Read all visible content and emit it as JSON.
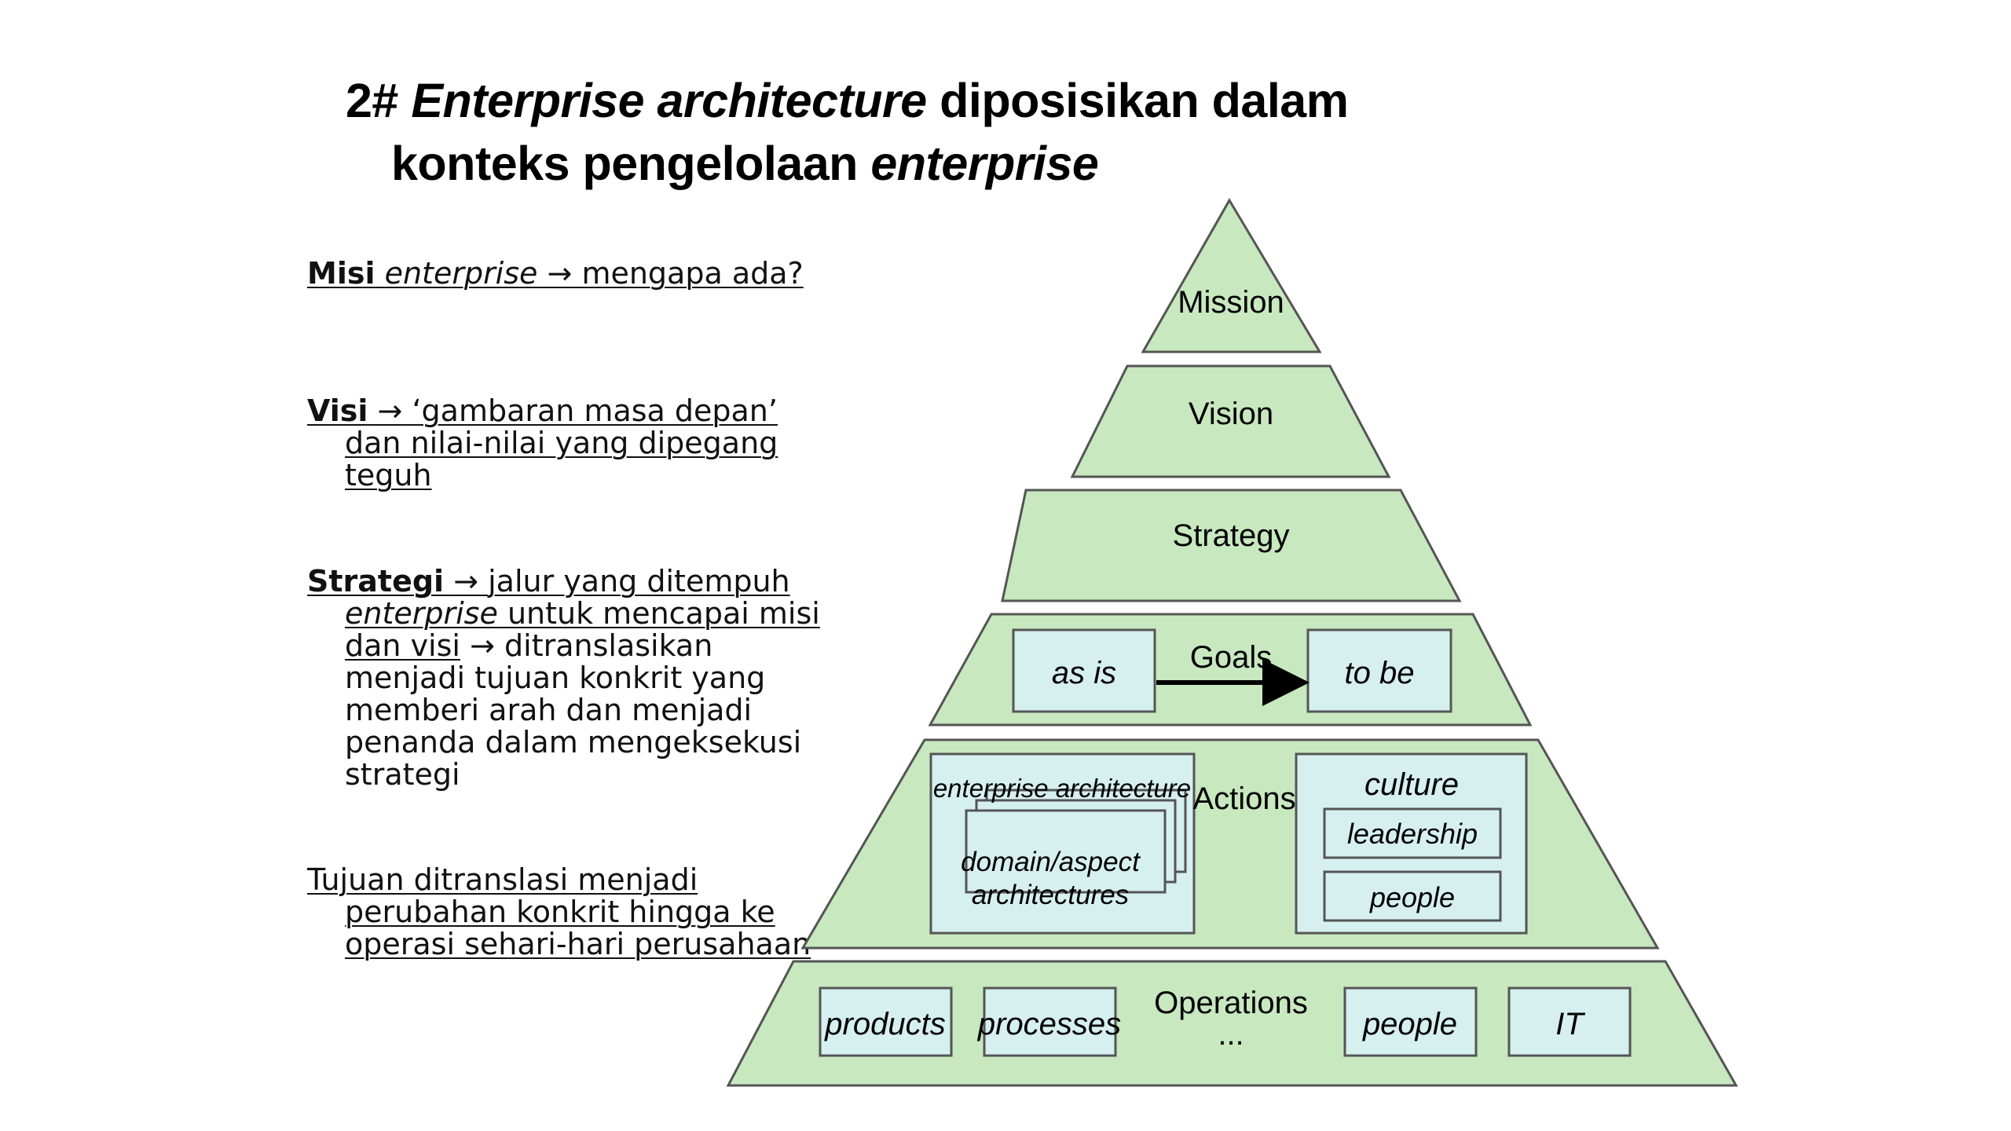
{
  "title": {
    "prefix": "2# ",
    "em1": "Enterprise architecture",
    "rest1": " diposisikan dalam",
    "line2_plain": "konteks pengelolaan ",
    "em2": "enterprise"
  },
  "bullets": {
    "misi": {
      "bold": "Misi",
      "em": "enterprise",
      "arrow": "→",
      "text": "mengapa ada?"
    },
    "visi": {
      "bold": "Visi",
      "arrow": "→",
      "text": "‘gambaran masa depan’ dan nilai-nilai yang dipegang teguh"
    },
    "strategi": {
      "bold": "Strategi",
      "arrow": "→",
      "text_a": "jalur yang ditempuh",
      "em": "enterprise",
      "text_b": "untuk mencapai misi dan visi",
      "arrow2": "→",
      "text_c": "ditranslasikan menjadi tujuan konkrit yang memberi arah dan menjadi penanda dalam mengeksekusi strategi"
    },
    "tujuan": {
      "text": "Tujuan ditranslasi menjadi perubahan konkrit hingga ke operasi sehari-hari perusahaan"
    }
  },
  "pyramid": {
    "mission": "Mission",
    "vision": "Vision",
    "strategy": "Strategy",
    "goals": {
      "label": "Goals",
      "as_is": "as is",
      "to_be": "to be"
    },
    "actions": {
      "label": "Actions",
      "ea": "enterprise architecture",
      "domain_line1": "domain/aspect",
      "domain_line2": "architectures",
      "culture": "culture",
      "leadership": "leadership",
      "people": "people"
    },
    "operations": {
      "label": "Operations",
      "ellipsis": "...",
      "items": [
        "products",
        "processes",
        "people",
        "IT"
      ]
    }
  },
  "colors": {
    "layer_fill": "#c8e8c0",
    "box_fill": "#d6f0ef",
    "stroke": "#555555"
  }
}
